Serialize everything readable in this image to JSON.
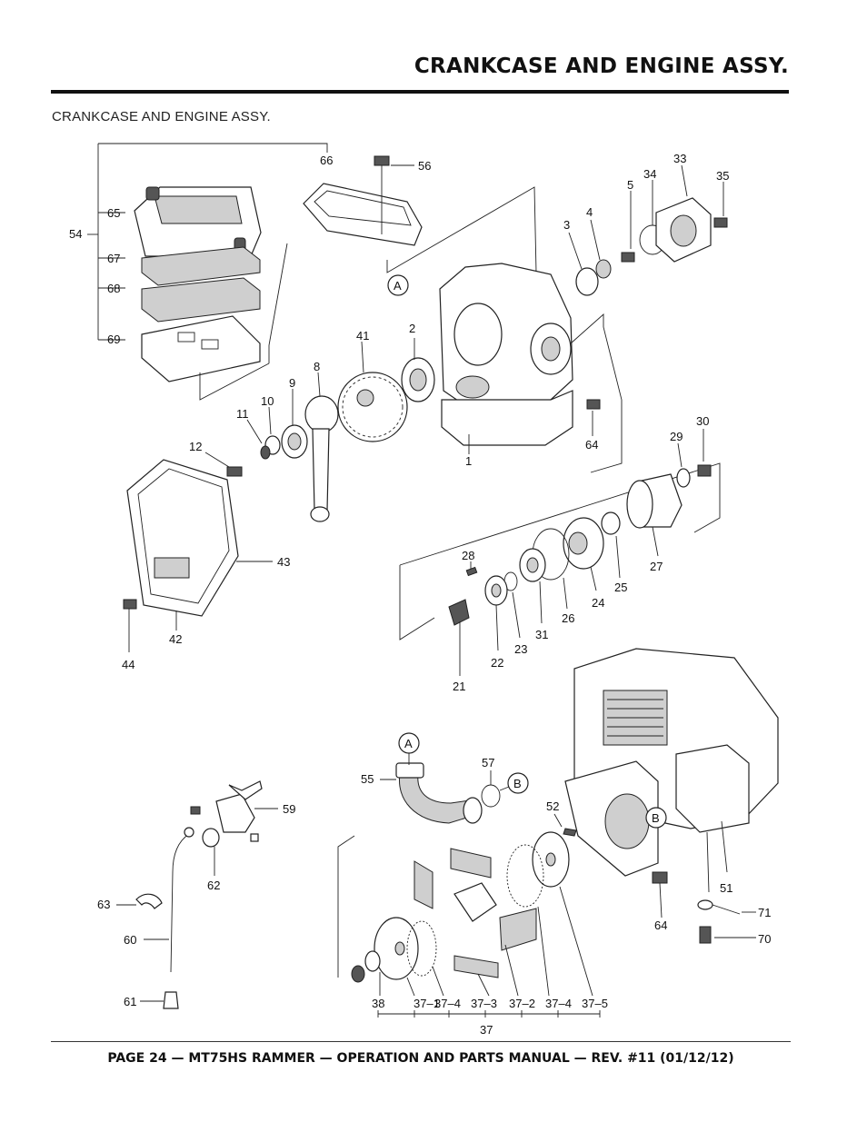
{
  "header": {
    "title": "CRANKCASE AND ENGINE ASSY."
  },
  "diagram": {
    "caption": "CRANKCASE  AND ENGINE  ASSY.",
    "part_labels": [
      "1",
      "2",
      "3",
      "4",
      "5",
      "8",
      "9",
      "10",
      "11",
      "12",
      "21",
      "22",
      "23",
      "24",
      "25",
      "26",
      "27",
      "28",
      "29",
      "30",
      "31",
      "33",
      "34",
      "35",
      "37",
      "37–1",
      "37–2",
      "37–3",
      "37–4",
      "37–5",
      "38",
      "41",
      "42",
      "43",
      "44",
      "51",
      "52",
      "54",
      "55",
      "56",
      "57",
      "59",
      "60",
      "61",
      "62",
      "63",
      "64",
      "65",
      "66",
      "67",
      "68",
      "69",
      "70",
      "71"
    ],
    "callouts": [
      "A",
      "B"
    ]
  },
  "footer": {
    "text": "PAGE 24 — MT75HS RAMMER — OPERATION AND PARTS MANUAL — REV. #11 (01/12/12)"
  }
}
